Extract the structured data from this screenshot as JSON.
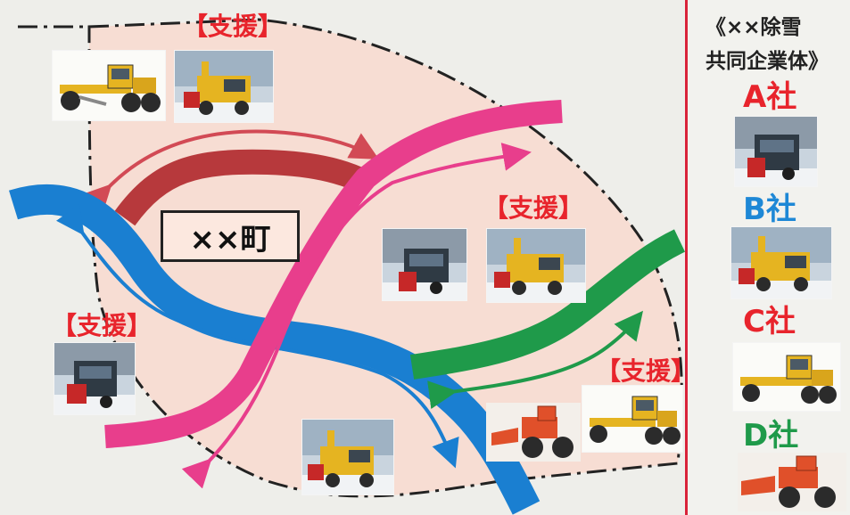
{
  "town_label": "××町",
  "support_label": "【支援】",
  "legend": {
    "title_line1": "《××除雪",
    "title_line2": "共同企業体》",
    "companies": [
      {
        "name": "A社",
        "color": "#e8242c"
      },
      {
        "name": "B社",
        "color": "#1e88d6"
      },
      {
        "name": "C社",
        "color": "#e8242c"
      },
      {
        "name": "D社",
        "color": "#1f9a4a"
      }
    ]
  },
  "colors": {
    "route_A": "#b7393c",
    "route_B": "#1a7fd1",
    "route_C": "#e83e8c",
    "route_D": "#1f9a4a",
    "area_fill": "#f7ddd3",
    "label_red": "#e8242c"
  },
  "icons": [
    "snow-blower-truck-icon",
    "motor-grader-icon",
    "wheel-loader-icon"
  ]
}
